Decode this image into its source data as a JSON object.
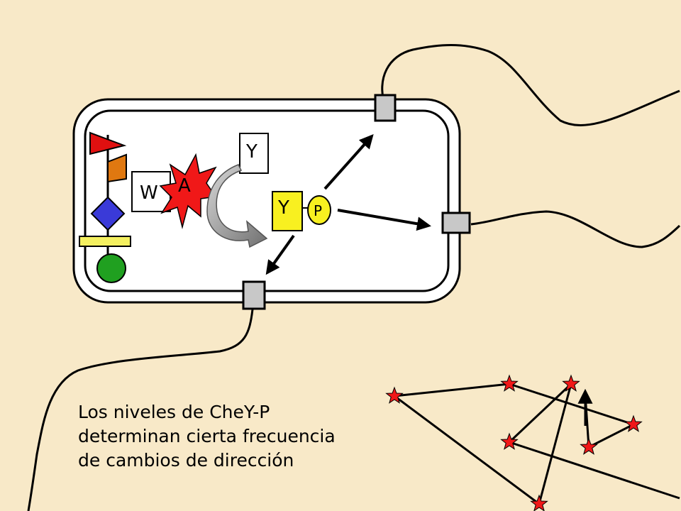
{
  "labels": {
    "w": "W",
    "a": "A",
    "y_top": "Y",
    "y_main": "Y",
    "p": "P"
  },
  "caption": {
    "line1": "Los niveles de CheY-P",
    "line2": "determinan cierta frecuencia",
    "line3": "de cambios de dirección"
  },
  "colors": {
    "background": "#f8e9c8",
    "receptor_flag": "#e01010",
    "receptor_orange": "#e07810",
    "receptor_diamond": "#3a3ad8",
    "receptor_bar": "#f4f060",
    "receptor_circle": "#20a020",
    "chea_star": "#f01818",
    "chey_box": "#f8f020",
    "phosphate": "#f8f020",
    "motor": "#c8c8c8",
    "trajectory_star": "#f01818"
  },
  "icons": {
    "curved_arrow": "curved-arrow-icon",
    "star": "star-icon"
  }
}
